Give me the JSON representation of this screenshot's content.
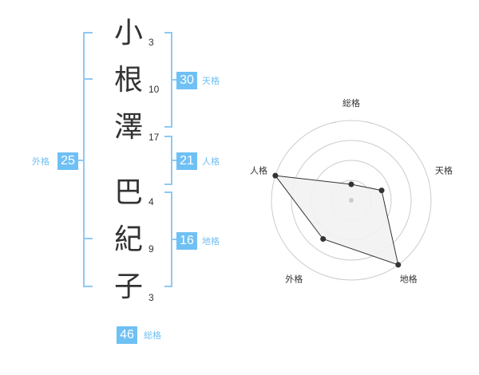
{
  "colors": {
    "accent": "#6fc0f4",
    "bracket": "#8ec9f2",
    "text": "#333333",
    "grid": "#cccccc",
    "fill": "#f2f2f2"
  },
  "name": {
    "characters": [
      {
        "char": "小",
        "strokes": "3"
      },
      {
        "char": "根",
        "strokes": "10"
      },
      {
        "char": "澤",
        "strokes": "17"
      },
      {
        "char": "巴",
        "strokes": "4"
      },
      {
        "char": "紀",
        "strokes": "9"
      },
      {
        "char": "子",
        "strokes": "3"
      }
    ]
  },
  "fortunes": {
    "tenkaku": {
      "value": "30",
      "label": "天格"
    },
    "jinkaku": {
      "value": "21",
      "label": "人格"
    },
    "chikaku": {
      "value": "16",
      "label": "地格"
    },
    "gaikaku": {
      "value": "25",
      "label": "外格"
    },
    "soukaku": {
      "value": "46",
      "label": "総格"
    }
  },
  "chart_data": {
    "type": "radar",
    "axes": [
      "総格",
      "天格",
      "地格",
      "外格",
      "人格"
    ],
    "values": [
      1,
      2,
      5,
      3,
      5
    ],
    "range": [
      0,
      5
    ],
    "rings": 4
  }
}
